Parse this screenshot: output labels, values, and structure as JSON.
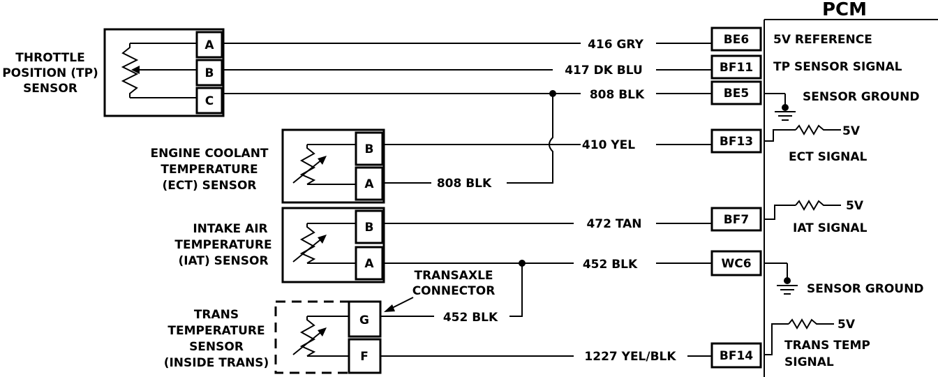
{
  "pcm": {
    "title": "PCM",
    "terminals": [
      {
        "id": "BE6",
        "function": "5V REFERENCE"
      },
      {
        "id": "BF11",
        "function": "TP SENSOR  SIGNAL"
      },
      {
        "id": "BE5",
        "function": "SENSOR GROUND"
      },
      {
        "id": "BF13",
        "function": "ECT SIGNAL"
      },
      {
        "id": "BF7",
        "function": "IAT SIGNAL"
      },
      {
        "id": "WC6",
        "function": "SENSOR GROUND"
      },
      {
        "id": "BF14",
        "function": "TRANS TEMP SIGNAL"
      }
    ],
    "supply_label": "5V"
  },
  "wires": [
    {
      "circuit": "416 GRY"
    },
    {
      "circuit": "417 DK BLU"
    },
    {
      "circuit": "808 BLK"
    },
    {
      "circuit": "410 YEL"
    },
    {
      "circuit": "808 BLK"
    },
    {
      "circuit": "472 TAN"
    },
    {
      "circuit": "452 BLK"
    },
    {
      "circuit": "452 BLK"
    },
    {
      "circuit": "1227 YEL/BLK"
    }
  ],
  "sensors": {
    "tp": {
      "lines": [
        "THROTTLE",
        "POSITION (TP)",
        "SENSOR"
      ],
      "pins": [
        "A",
        "B",
        "C"
      ]
    },
    "ect": {
      "lines": [
        "ENGINE COOLANT",
        "TEMPERATURE",
        "(ECT) SENSOR"
      ],
      "pins": [
        "B",
        "A"
      ]
    },
    "iat": {
      "lines": [
        "INTAKE AIR",
        "TEMPERATURE",
        "(IAT) SENSOR"
      ],
      "pins": [
        "B",
        "A"
      ]
    },
    "trans": {
      "lines": [
        "TRANS",
        "TEMPERATURE",
        "SENSOR",
        "(INSIDE TRANS)"
      ],
      "pins": [
        "G",
        "F"
      ]
    }
  },
  "transaxle_connector": {
    "lines": [
      "TRANSAXLE",
      "CONNECTOR"
    ]
  },
  "pcm_labels": {
    "trans_signal_lines": [
      "TRANS TEMP",
      "SIGNAL"
    ]
  }
}
